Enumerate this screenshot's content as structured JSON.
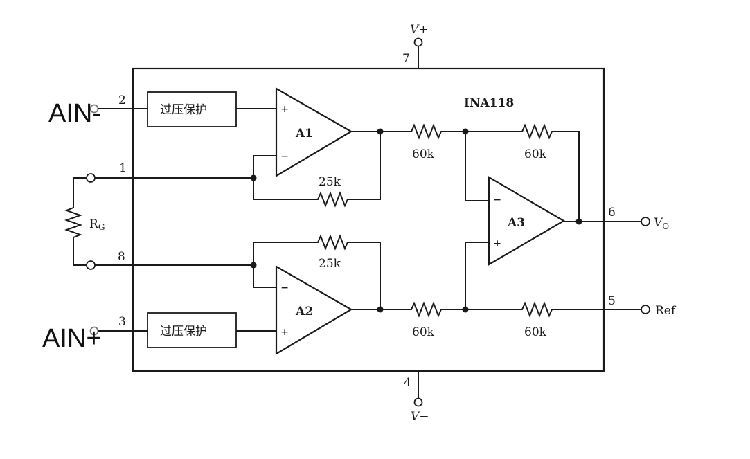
{
  "chip": {
    "part_number": "INA118",
    "supply_pos_label": "V+",
    "supply_neg_label": "V−"
  },
  "pins": {
    "p1": "1",
    "p2": "2",
    "p3": "3",
    "p4": "4",
    "p5": "5",
    "p6": "6",
    "p7": "7",
    "p8": "8"
  },
  "protection": {
    "top_label": "过压保护",
    "bottom_label": "过压保护"
  },
  "amplifiers": {
    "a1": "A1",
    "a2": "A2",
    "a3": "A3",
    "plus": "+",
    "minus": "−"
  },
  "resistors": {
    "feedback_top": "25k",
    "feedback_bottom": "25k",
    "top_left": "60k",
    "top_right": "60k",
    "bottom_left": "60k",
    "bottom_right": "60k",
    "gain_main": "R",
    "gain_sub": "G"
  },
  "terminals": {
    "output_main": "V",
    "output_sub": "O",
    "ref": "Ref"
  },
  "overlays": {
    "top_input": "AIN-",
    "bottom_input": "AIN+"
  }
}
